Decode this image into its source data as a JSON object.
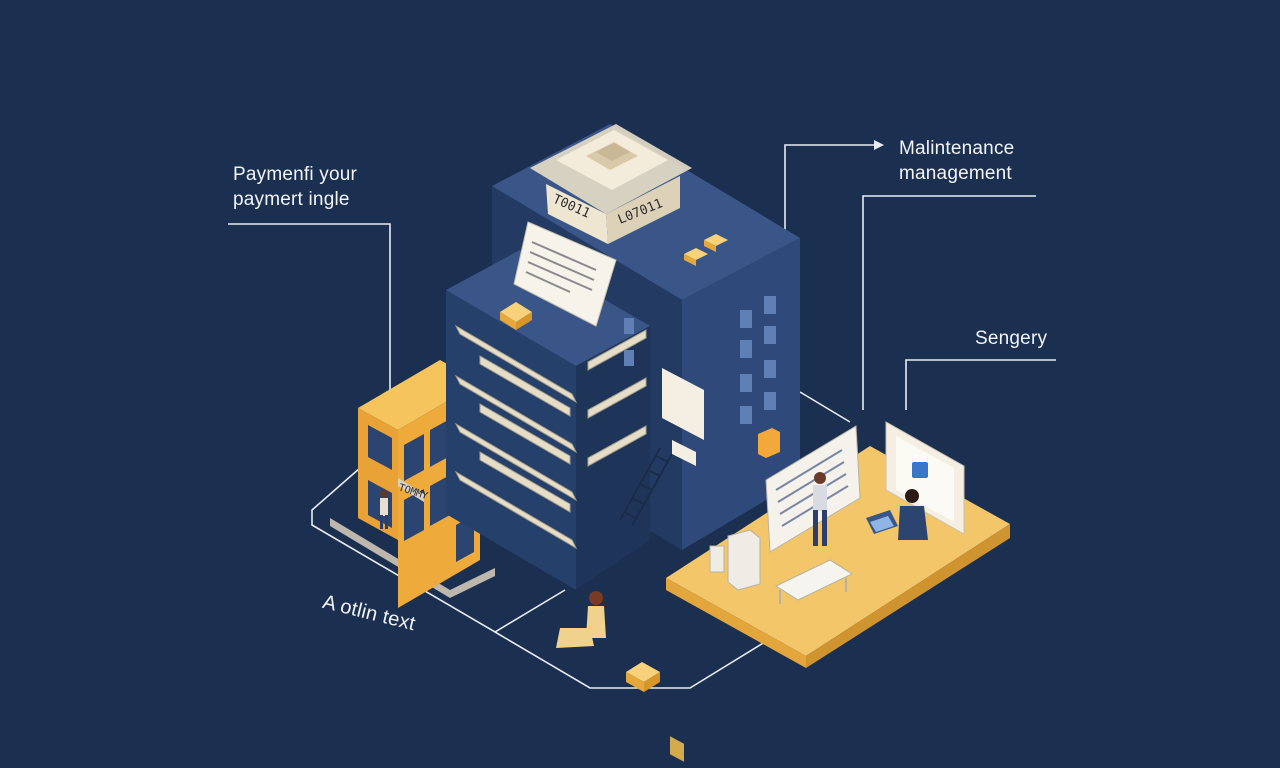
{
  "labels": {
    "payment": {
      "line1": "Paymenfi your",
      "line2": "paymert ingle"
    },
    "maintenance": {
      "line1": "Malintenance",
      "line2": "management"
    },
    "sengery": "Sengery",
    "aotlin": "A otlin text"
  },
  "rooftop_box": {
    "left_text": "T0011",
    "right_text": "L07011"
  },
  "sign_text": "TOMMY",
  "colors": {
    "background": "#1b3050",
    "building": "#2c4470",
    "accent": "#f2bf55",
    "platform": "#f3c66a",
    "line": "#e8ecf2"
  }
}
